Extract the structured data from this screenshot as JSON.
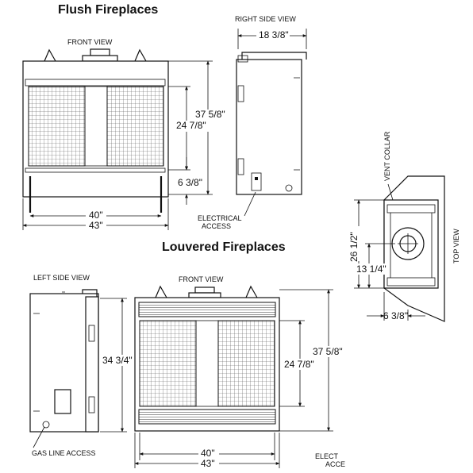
{
  "headings": {
    "flush": "Flush Fireplaces",
    "louvered": "Louvered Fireplaces"
  },
  "views": {
    "flush_front": "FRONT VIEW",
    "right_side": "RIGHT SIDE VIEW",
    "left_side": "LEFT SIDE VIEW",
    "louvered_front": "FRONT VIEW",
    "top": "TOP VIEW"
  },
  "callouts": {
    "electrical_line1": "ELECTRICAL",
    "electrical_line2": "ACCESS",
    "electrical_cut_line1": "ELECT",
    "electrical_cut_line2": "ACCE",
    "gas_line": "GAS LINE ACCESS",
    "vent_collar": "VENT COLLAR"
  },
  "dimensions": {
    "flush_height_outer": "37 5/8\"",
    "flush_height_inner": "24 7/8\"",
    "flush_base_height": "6 3/8\"",
    "flush_width_inner": "40\"",
    "flush_width_outer": "43\"",
    "right_side_depth": "18 3/8\"",
    "left_side_height": "34 3/4\"",
    "louvered_height_inner": "24 7/8\"",
    "louvered_height_outer": "37 5/8\"",
    "louvered_width_inner": "40\"",
    "louvered_width_outer": "43\"",
    "top_width": "26 1/2\"",
    "top_offset": "13 1/4\"",
    "top_depth": "6 3/8\""
  }
}
